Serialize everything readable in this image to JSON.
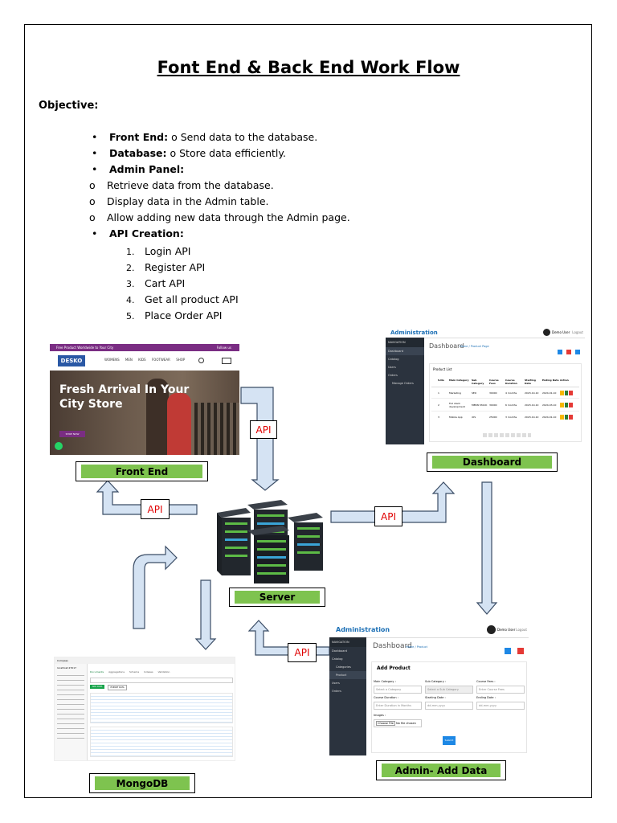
{
  "title": "Font End & Back End Work Flow",
  "objective_label": "Objective:",
  "items": [
    {
      "marker": "•",
      "bold": "Front End:",
      "text": " o Send data to the database."
    },
    {
      "marker": "•",
      "bold": "Database:",
      "text": " o Store data efficiently."
    },
    {
      "marker": "•",
      "bold": "Admin Panel:",
      "text": ""
    },
    {
      "marker": "o",
      "bold": "",
      "text": "Retrieve data from the database."
    },
    {
      "marker": "o",
      "bold": "",
      "text": "Display data in the Admin table."
    },
    {
      "marker": "o",
      "bold": "",
      "text": "Allow adding new data through the Admin page."
    },
    {
      "marker": "•",
      "bold": "API Creation:",
      "text": ""
    }
  ],
  "api_list": [
    {
      "n": "1.",
      "text": "Login API"
    },
    {
      "n": "2.",
      "text": "Register API"
    },
    {
      "n": "3.",
      "text": "Cart API"
    },
    {
      "n": "4.",
      "text": "Get all product API"
    },
    {
      "n": "5.",
      "text": "Place Order API"
    }
  ],
  "nodes": {
    "front_end": "Front End",
    "dashboard": "Dashboard",
    "server": "Server",
    "mongodb": "MongoDB",
    "admin_add": "Admin- Add Data"
  },
  "api_label": "API",
  "frontend_shot": {
    "banner_left": "Free Product Worldwide to Your City",
    "banner_right": "Follow us",
    "logo": "DESKO",
    "nav": [
      "WOMENS",
      "MEN",
      "KIDS",
      "FOOTWEAR",
      "SHOP"
    ],
    "hero_line1": "Fresh Arrival In Your",
    "hero_line2": "City Store",
    "hero_button": "SHOP NOW"
  },
  "dashboard_shot": {
    "brand": "Administration",
    "user": "Demo User",
    "logout": "Logout",
    "nav_title": "NAVIGATION",
    "nav": [
      "Dashboard",
      "Catalog",
      "Users",
      "Orders",
      "Manage Orders"
    ],
    "heading": "Dashboard",
    "crumb": "Home  /  Product Page",
    "panel": "Product List",
    "columns": [
      "S.No",
      "Main Category",
      "Sub Category",
      "Course Fees",
      "Course Duration",
      "Starting Date",
      "Ending Date",
      "Action"
    ],
    "rows": [
      [
        "1",
        "Marketing",
        "SEO",
        "30000",
        "4 months",
        "2023-10-10",
        "2024-01-10"
      ],
      [
        "2",
        "Full stack development",
        "MERN STACK",
        "30000",
        "6 months",
        "2023-10-10",
        "2024-03-10"
      ],
      [
        "3",
        "Mobile App",
        "iOS",
        "25000",
        "3 months",
        "2023-10-10",
        "2024-01-10"
      ]
    ]
  },
  "admin_shot": {
    "brand": "Administration",
    "user": "Demo User",
    "logout": "Logout",
    "nav_title": "NAVIGATION",
    "nav": [
      "Dashboard",
      "Catalog",
      "Categories",
      "Product",
      "Users",
      "Orders"
    ],
    "heading": "Dashboard",
    "crumb": "Home  /  Product",
    "panel": "Add Product",
    "fields": [
      {
        "label": "Main Category :",
        "value": "Select a Category"
      },
      {
        "label": "Sub Category :",
        "value": "Select a Sub Category"
      },
      {
        "label": "Course Fees :",
        "value": "Enter Course Fees"
      },
      {
        "label": "Course Duration :",
        "value": "Enter Duration in Months"
      },
      {
        "label": "Starting Date :",
        "value": "dd-mm-yyyy"
      },
      {
        "label": "Ending Date :",
        "value": "dd-mm-yyyy"
      }
    ],
    "image_label": "Images :",
    "file_button": "Choose File",
    "file_text": "No file chosen",
    "submit": "Submit"
  },
  "mongo_shot": {
    "app": "Compass",
    "conn": "localhost:27017",
    "tabs": [
      "Documents",
      "Aggregations",
      "Schema",
      "Indexes",
      "Validation"
    ],
    "add_data": "ADD DATA",
    "export": "EXPORT DATA"
  },
  "colors": {
    "label_green": "#7ec34f",
    "arrow_fill": "#d5e3f3",
    "api_red": "#e00000",
    "purple": "#7a2d83"
  }
}
